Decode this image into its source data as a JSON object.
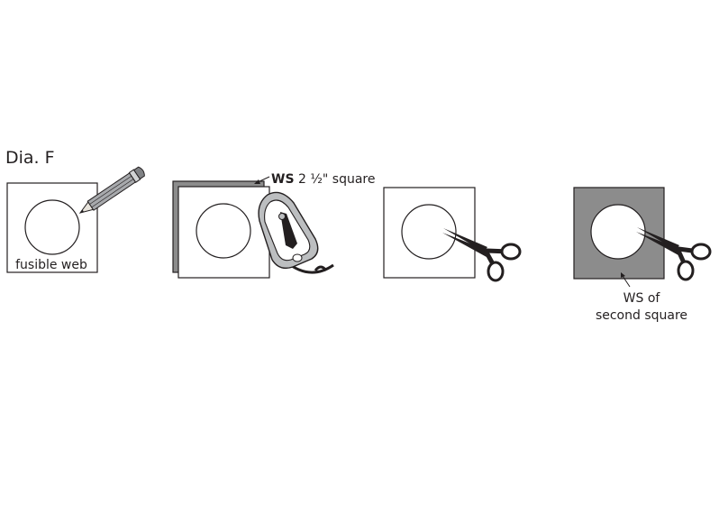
{
  "title": "Dia. F",
  "steps": [
    {
      "label": "fusible web"
    },
    {
      "label_bold": "WS",
      "label_rest": " 2 ½\" square"
    },
    {},
    {
      "label_line1": "WS of",
      "label_line2": "second square"
    }
  ],
  "colors": {
    "ink": "#231f20",
    "paper": "#ffffff",
    "fabric_gray": "#8c8c8c",
    "pencil_gray": "#a7a9ac",
    "iron_gray": "#bcbec0"
  },
  "icons": [
    "pencil-icon",
    "iron-icon",
    "scissors-icon",
    "scissors-icon"
  ]
}
